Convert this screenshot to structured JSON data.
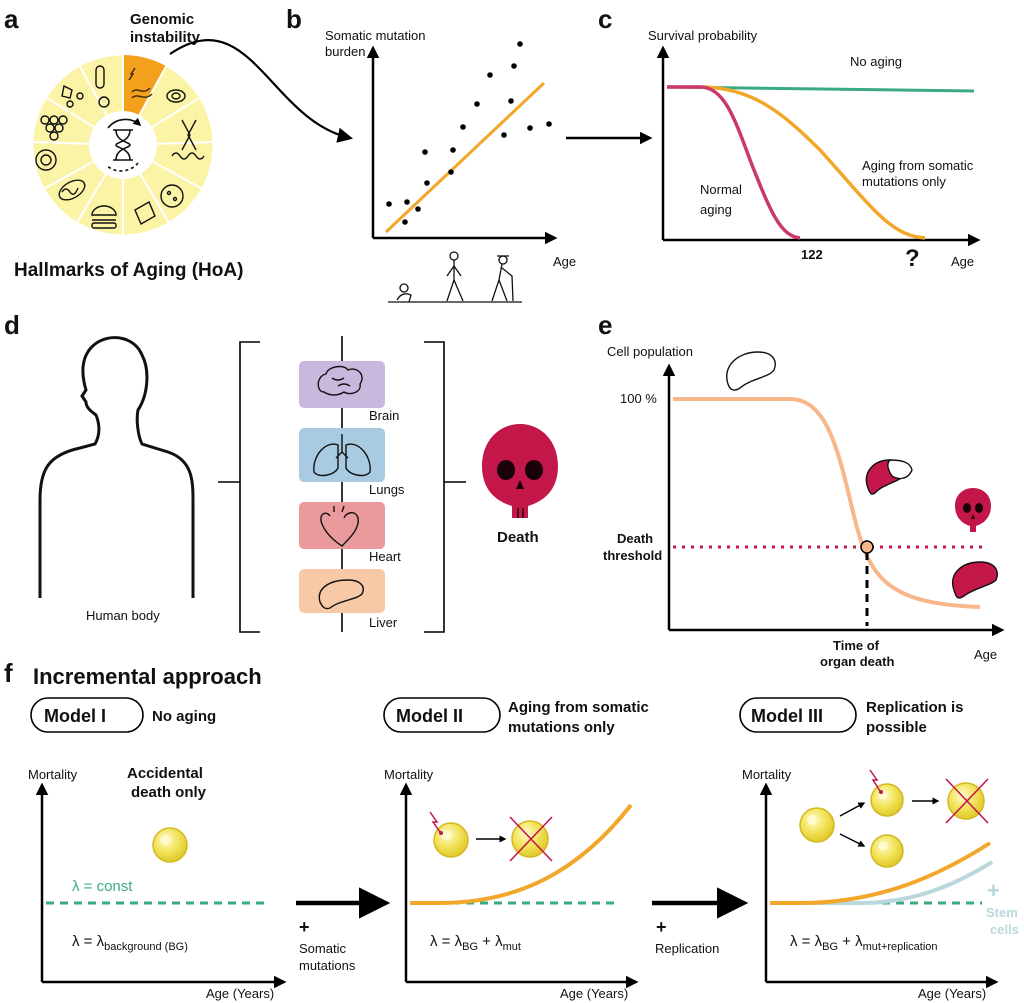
{
  "panels": {
    "a": {
      "letter": "a",
      "highlight_label_1": "Genomic",
      "highlight_label_2": "instability",
      "caption": "Hallmarks of Aging (HoA)",
      "colors": {
        "wheel": "#fbf3a6",
        "highlight": "#f4a01c"
      }
    },
    "b": {
      "letter": "b",
      "ylabel_1": "Somatic mutation",
      "ylabel_2": "burden",
      "xlabel": "Age"
    },
    "c": {
      "letter": "c",
      "ylabel": "Survival probability",
      "xlabel": "Age",
      "no_aging": "No aging",
      "somatic_1": "Aging from somatic",
      "somatic_2": "mutations only",
      "normal_1": "Normal",
      "normal_2": "aging",
      "tick_122": "122",
      "question": "?",
      "colors": {
        "no_aging": "#3aaa85",
        "normal": "#c93a6b",
        "somatic": "#f2a72a"
      }
    },
    "d": {
      "letter": "d",
      "body_label": "Human body",
      "organs": [
        "Brain",
        "Lungs",
        "Heart",
        "Liver"
      ],
      "death_label": "Death",
      "colors": {
        "brain": "#c9b8de",
        "lungs": "#a9cbe2",
        "heart": "#ea9a9d",
        "liver": "#f7c9a7",
        "skull": "#c3174a"
      }
    },
    "e": {
      "letter": "e",
      "ylabel": "Cell population",
      "y100": "100 %",
      "threshold_1": "Death",
      "threshold_2": "threshold",
      "time_1": "Time of",
      "time_2": "organ death",
      "xlabel": "Age",
      "colors": {
        "curve": "#f7b78a",
        "threshold": "#c3174a"
      }
    },
    "f": {
      "letter": "f",
      "title": "Incremental approach",
      "models": [
        {
          "name": "Model I",
          "subtitle_1": "No aging",
          "subtitle_2": "",
          "note_1": "Accidental",
          "note_2": "death only",
          "ylabel": "Mortality",
          "xlabel": "Age (Years)",
          "const_label": "λ = const",
          "formula_main": "λ = λ",
          "formula_sub": "background (BG)"
        },
        {
          "name": "Model II",
          "subtitle_1": "Aging from somatic",
          "subtitle_2": "mutations only",
          "ylabel": "Mortality",
          "xlabel": "Age (Years)",
          "formula_a": "λ = λ",
          "formula_sub1": "BG",
          "formula_b": " + λ",
          "formula_sub2": "mut"
        },
        {
          "name": "Model III",
          "subtitle_1": "Replication is",
          "subtitle_2": "possible",
          "ylabel": "Mortality",
          "xlabel": "Age (Years)",
          "formula_a": "λ = λ",
          "formula_sub1": "BG",
          "formula_b": " + λ",
          "formula_sub2": "mut+replication",
          "stem_plus": "+",
          "stem_1": "Stem",
          "stem_2": "cells"
        }
      ],
      "arrow1_plus": "+",
      "arrow1_label_1": "Somatic",
      "arrow1_label_2": "mutations",
      "arrow2_plus": "+",
      "arrow2_label": "Replication",
      "colors": {
        "dashed": "#3aaa85",
        "orange": "#f2a72a",
        "stem": "#b9d7dc",
        "cell": "#f2e35a",
        "cross": "#c3174a"
      }
    }
  }
}
